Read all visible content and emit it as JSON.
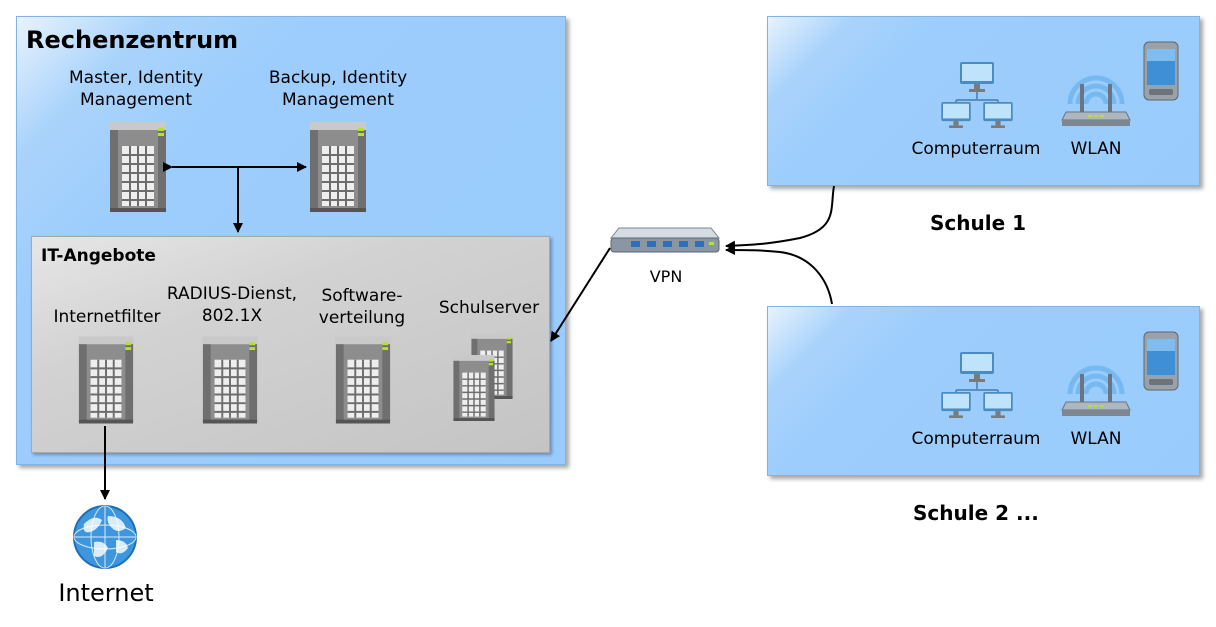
{
  "datacenter": {
    "title": "Rechenzentrum",
    "master_label": "Master, Identity\nManagement",
    "backup_label": "Backup, Identity\nManagement"
  },
  "it_services": {
    "title": "IT-Angebote",
    "internetfilter": "Internetfilter",
    "radius": "RADIUS-Dienst,\n802.1X",
    "software": "Software-\nverteilung",
    "schulserver": "Schulserver"
  },
  "internet_label": "Internet",
  "vpn_label": "VPN",
  "school1": {
    "name": "Schule 1",
    "computerroom": "Computerraum",
    "wlan": "WLAN"
  },
  "school2": {
    "name": "Schule 2 ...",
    "computerroom": "Computerraum",
    "wlan": "WLAN"
  },
  "colors": {
    "panel_blue": "#99cbfd",
    "inner_gray": "#c8c8c8",
    "server_gray": "#8a8a8a"
  }
}
